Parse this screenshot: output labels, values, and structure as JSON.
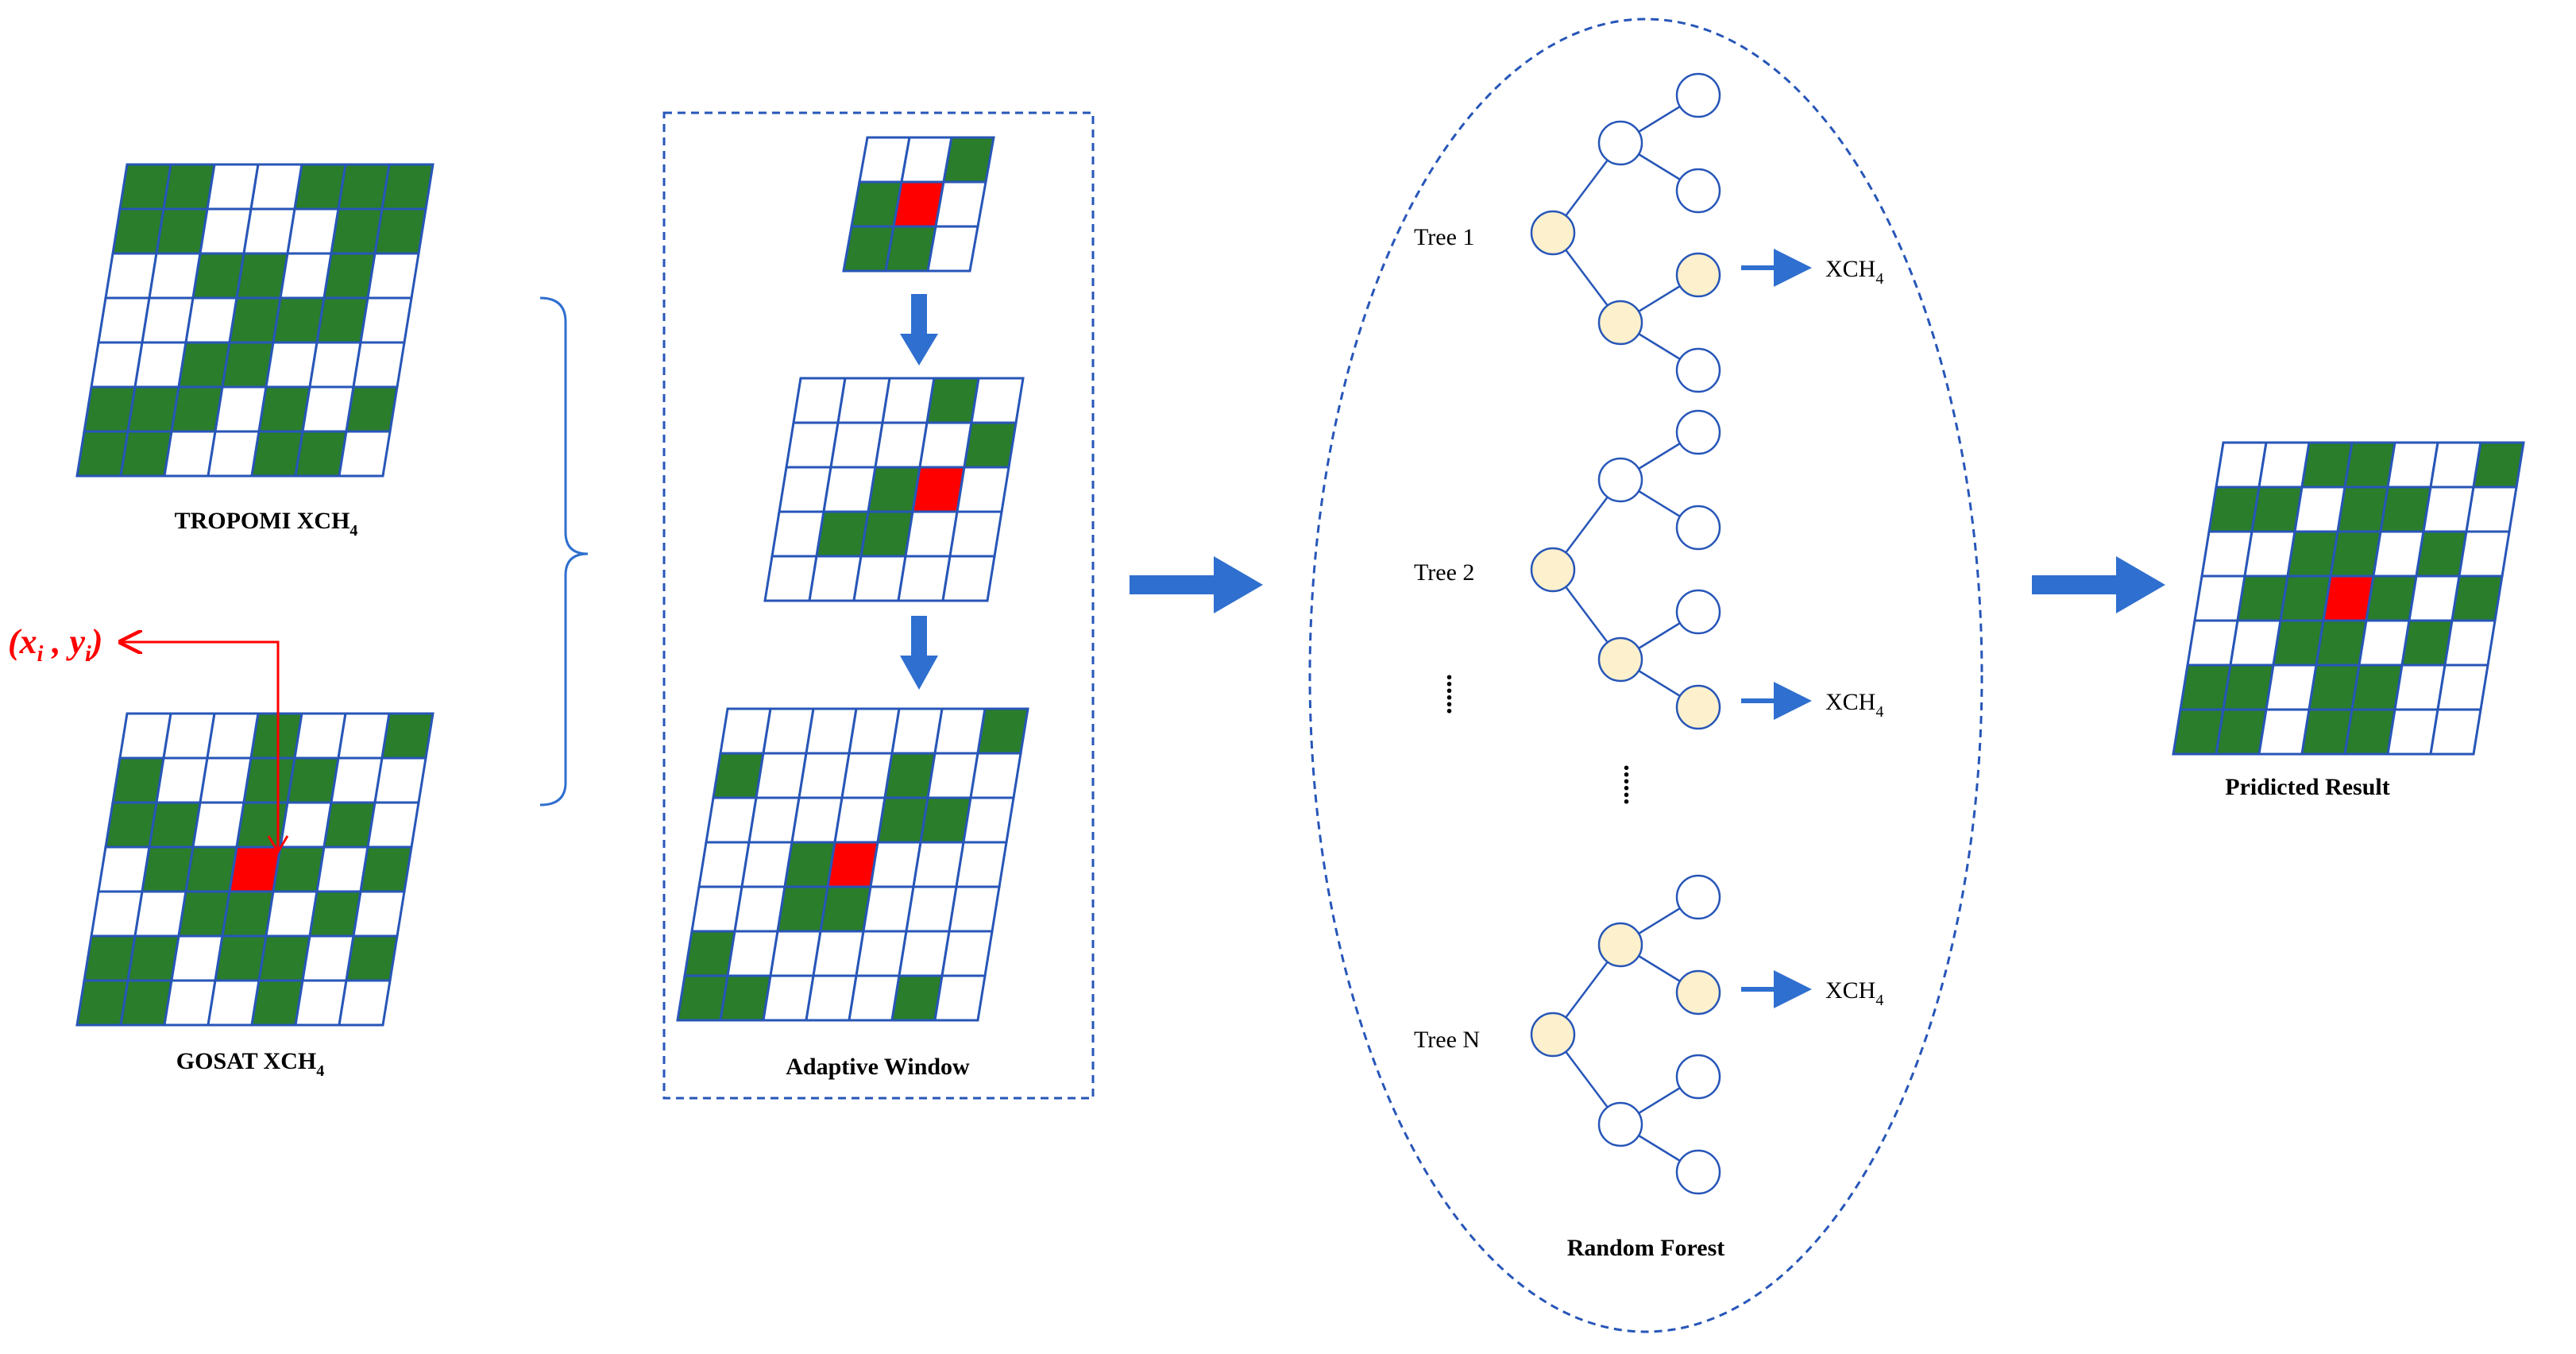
{
  "inputs": {
    "tropomi": {
      "label": "TROPOMI XCH",
      "sub": "4"
    },
    "gosat": {
      "label": "GOSAT XCH",
      "sub": "4"
    },
    "location": {
      "open": "(",
      "x": "x",
      "xsub": "i",
      "comma": " , ",
      "y": "y",
      "ysub": "i",
      "close": ")"
    }
  },
  "adaptive_window": {
    "label": "Adaptive Window"
  },
  "random_forest": {
    "label": "Random Forest",
    "output_label": "XCH",
    "output_sub": "4",
    "trees": [
      {
        "label": "Tree 1"
      },
      {
        "label": "Tree 2"
      },
      {
        "label": "Tree N"
      }
    ],
    "ellipsis": "......"
  },
  "result": {
    "label": "Pridicted Result"
  },
  "colors": {
    "grid_line": "#2756b8",
    "green_cell": "#2a7d2a",
    "red_cell": "#ff0000",
    "node_fill_highlight": "#fdf0cc",
    "node_fill_plain": "#ffffff",
    "flow_arrow": "#2f6fcf",
    "location_marker": "#ff0000"
  },
  "grids": {
    "tropomi": [
      "GG..GGG",
      "GG...GG",
      "..GG.G.",
      "...GGG.",
      "..GG...",
      "GGG.G.G",
      "GG..GG."
    ],
    "gosat": [
      "...G..G",
      "G..GG..",
      "GG.G.G.",
      ".GGRG.G",
      "..GG.G.",
      "GG.GG.G",
      "GG..G.."
    ],
    "window3": [
      "..G",
      "GR.",
      "GG."
    ],
    "window5": [
      "...G.",
      "....G",
      "..GR.",
      ".GG..",
      "....."
    ],
    "window7": [
      "......G",
      "G...G..",
      "....GG.",
      "..GR...",
      "..GG...",
      "G......",
      "GG...G."
    ],
    "result": [
      "..GG..G",
      "GG.GG..",
      "..GG.G.",
      ".GGRG.G",
      "..GG.G.",
      "GG.GG..",
      "GG.GG.."
    ]
  }
}
